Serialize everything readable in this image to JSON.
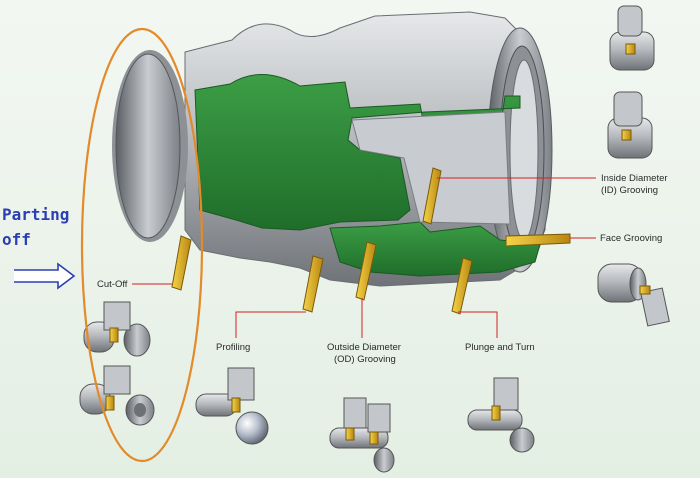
{
  "annotation": {
    "title_line1": "Parting",
    "title_line2": "off"
  },
  "labels": {
    "cut_off": "Cut-Off",
    "profiling": "Profiling",
    "od_grooving_line1": "Outside Diameter",
    "od_grooving_line2": "(OD) Grooving",
    "plunge_turn": "Plunge and Turn",
    "id_grooving_line1": "Inside Diameter",
    "id_grooving_line2": "(ID) Grooving",
    "face_grooving": "Face Grooving"
  },
  "colors": {
    "background": "#eaf2ea",
    "metal": "#b9bcc0",
    "section_green": "#2f8a3a",
    "insert_gold": "#e0b21c",
    "leader_red": "#d42020",
    "highlight_orange": "#e38a2a",
    "annotation_blue": "#2b3fb5"
  },
  "icons": [
    "right-arrow-icon"
  ]
}
